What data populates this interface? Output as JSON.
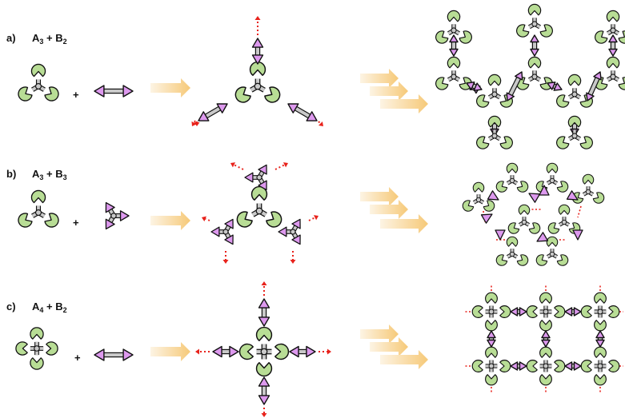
{
  "rows": [
    {
      "letter": "a)",
      "A": "A",
      "A_sub": "3",
      "plus": "+",
      "B": "B",
      "B_sub": "2"
    },
    {
      "letter": "b)",
      "A": "A",
      "A_sub": "3",
      "plus": "+",
      "B": "B",
      "B_sub": "3"
    },
    {
      "letter": "c)",
      "A": "A",
      "A_sub": "4",
      "plus": "+",
      "B": "B",
      "B_sub": "2"
    }
  ],
  "plus_symbol": "+",
  "colors": {
    "A_unit_green": "#b8dd95",
    "B_unit_pink": "#dd99ee",
    "core_grey": "#c9c9c9",
    "outline": "#111111",
    "arrow_orange": "#f7cf84",
    "dotted_red": "#e8221b"
  },
  "icons": [
    "tripod-A3-icon",
    "four-arm-A4-icon",
    "double-arrow-B2-icon",
    "triangle-B3-icon",
    "process-arrow-icon"
  ]
}
